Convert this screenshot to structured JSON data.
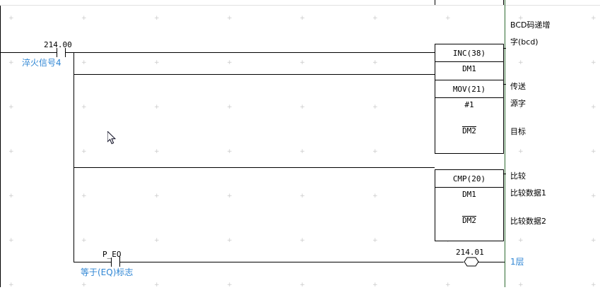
{
  "diagram": {
    "type": "ladder-logic",
    "colors": {
      "line": "#000000",
      "right_rail": "#2e6b31",
      "comment": "#2f86d4",
      "grid_dot": "#c9c9c9",
      "separator": "#e2e2e2",
      "background": "#ffffff"
    }
  },
  "rungs": {
    "input_contact": {
      "address": "214.00",
      "comment": "淬火信号4",
      "type": "normally-open-contact"
    },
    "eq_contact": {
      "address": "P_EQ",
      "comment": "等于(EQ)标志",
      "type": "normally-open-contact"
    },
    "output_coil": {
      "address": "214.01",
      "comment": "1层",
      "type": "output-coil"
    }
  },
  "blocks": [
    {
      "name": "inc-block",
      "instruction": "INC(38)",
      "operands": [
        {
          "value": "DM1",
          "overline": false
        }
      ],
      "annotations": [
        {
          "text": "BCD码递增"
        },
        {
          "text": "字(bcd)"
        }
      ]
    },
    {
      "name": "mov-block",
      "instruction": "MOV(21)",
      "operands": [
        {
          "value": "#1",
          "overline": false
        },
        {
          "value": "DM2",
          "overline": true
        }
      ],
      "annotations": [
        {
          "text": "传送"
        },
        {
          "text": "源字"
        },
        {
          "text": "目标"
        }
      ]
    },
    {
      "name": "cmp-block",
      "instruction": "CMP(20)",
      "operands": [
        {
          "value": "DM1",
          "overline": false
        },
        {
          "value": "DM2",
          "overline": true
        }
      ],
      "annotations": [
        {
          "text": "比较"
        },
        {
          "text": "比较数据1"
        },
        {
          "text": "比较数据2"
        }
      ]
    }
  ],
  "pointer": {
    "label": "mouse-cursor"
  }
}
